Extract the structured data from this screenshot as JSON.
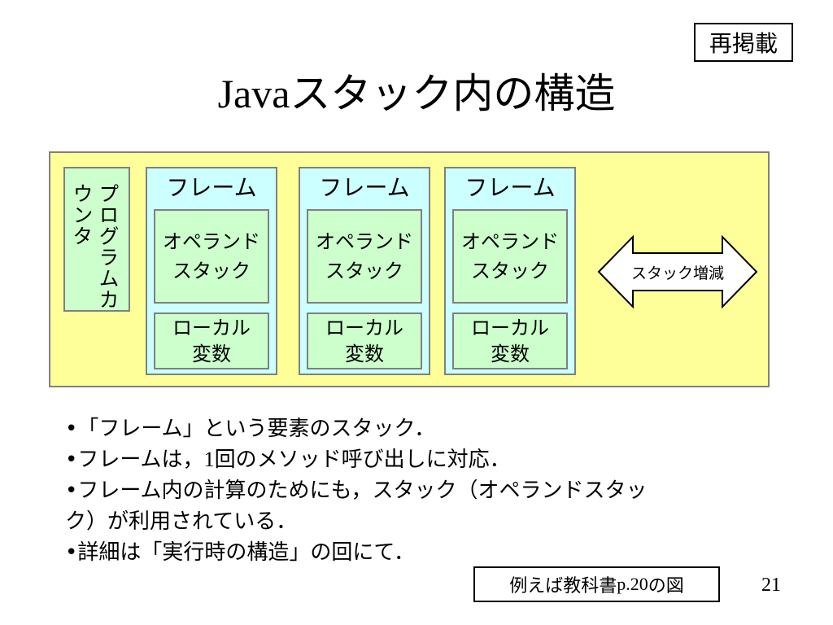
{
  "slide": {
    "tag": "再掲載",
    "title_latin": "Java",
    "title_rest": "スタック内の構造",
    "page_number": "21"
  },
  "diagram": {
    "program_counter": "プログラムカウンタ",
    "frames": [
      {
        "title": "フレーム",
        "operand_line1": "オペランド",
        "operand_line2": "スタック",
        "local_line1": "ローカル",
        "local_line2": "変数"
      },
      {
        "title": "フレーム",
        "operand_line1": "オペランド",
        "operand_line2": "スタック",
        "local_line1": "ローカル",
        "local_line2": "変数"
      },
      {
        "title": "フレーム",
        "operand_line1": "オペランド",
        "operand_line2": "スタック",
        "local_line1": "ローカル",
        "local_line2": "変数"
      }
    ],
    "arrow_label": "スタック増減"
  },
  "bullets": {
    "b1": "•「フレーム」という要素のスタック．",
    "b2_pre": "•フレームは，",
    "b2_num": "1",
    "b2_post": "回のメソッド呼び出しに対応．",
    "b3_line1": "•フレーム内の計算のためにも，スタック（オペランドスタッ",
    "b3_line2": "ク）が利用されている．",
    "b4": "•詳細は「実行時の構造」の回にて．"
  },
  "reference": {
    "pre": "例えば教科書 ",
    "latin": "p.20",
    "post": "の図"
  }
}
